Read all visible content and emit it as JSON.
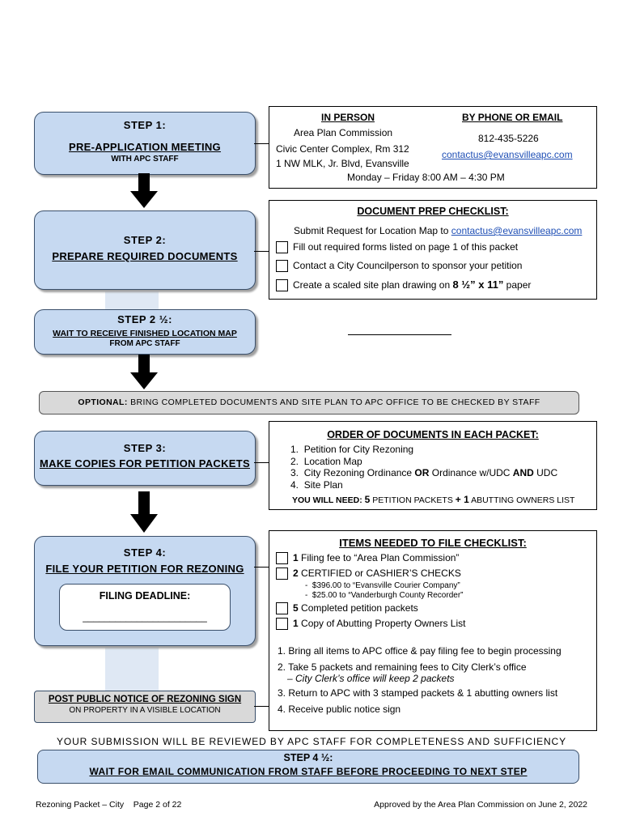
{
  "step1": {
    "title": "STEP 1:",
    "main": "PRE-APPLICATION MEETING",
    "sub": "WITH APC STAFF"
  },
  "contact": {
    "in_person_header": "IN PERSON",
    "phone_email_header": "BY PHONE OR EMAIL",
    "office": "Area Plan Commission",
    "building": "Civic Center Complex, Rm 312",
    "street": "1 NW MLK, Jr. Blvd, Evansville",
    "phone": "812-435-5226",
    "email": "contactus@evansvilleapc.com",
    "hours": "Monday – Friday 8:00 AM – 4:30 PM"
  },
  "step2": {
    "title": "STEP 2:",
    "main": "PREPARE REQUIRED DOCUMENTS"
  },
  "checklist": {
    "header": "DOCUMENT PREP CHECKLIST:",
    "item0_text": "Submit Request for Location Map to ",
    "item0_email": "contactus@evansvilleapc.com",
    "item1": "Fill out required forms listed on page 1 of this packet",
    "item2": "Contact a City Councilperson to sponsor your petition",
    "item3_pre": "Create a scaled site plan drawing on ",
    "item3_bold": "8 ½” x 11”",
    "item3_post": " paper"
  },
  "step2half": {
    "title": "STEP 2 ½:",
    "main": "WAIT TO RECEIVE FINISHED LOCATION MAP",
    "sub": "FROM APC STAFF"
  },
  "optional": {
    "label": "OPTIONAL:",
    "text": " BRING COMPLETED DOCUMENTS AND SITE PLAN TO APC OFFICE TO BE CHECKED BY STAFF"
  },
  "step3": {
    "title": "STEP 3:",
    "main": "MAKE COPIES FOR PETITION PACKETS"
  },
  "order": {
    "header": "ORDER OF DOCUMENTS IN EACH PACKET:",
    "items": [
      "Petition for City Rezoning",
      "Location Map",
      "City Rezoning Ordinance ",
      "Site Plan"
    ],
    "item3_or": "OR",
    "item3_mid": " Ordinance w/UDC ",
    "item3_and": "AND",
    "item3_end": " UDC",
    "need_pre": "YOU WILL NEED: ",
    "need_num1": "5",
    "need_mid": " PETITION PACKETS ",
    "need_plus": "+ 1",
    "need_end": " ABUTTING OWNERS LIST"
  },
  "step4": {
    "title": "STEP 4:",
    "main": "FILE YOUR PETITION FOR REZONING",
    "deadline_label": "FILING DEADLINE:",
    "deadline_blank": "_______________________"
  },
  "filing": {
    "header": "ITEMS NEEDED TO FILE CHECKLIST:",
    "c1_num": "1",
    "c1_text": " Filing fee to “Area Plan Commission”",
    "c2_num": "2",
    "c2_text": " CERTIFIED or CASHIER’S CHECKS",
    "c2_sub1": "$396.00 to “Evansville Courier Company”",
    "c2_sub2": "$25.00 to “Vanderburgh County Recorder”",
    "c3_num": "5",
    "c3_text": " Completed petition packets",
    "c4_num": "1",
    "c4_text": " Copy of Abutting Property Owners List",
    "steps": [
      "1. Bring all items to APC office & pay filing fee to begin processing",
      "2. Take 5 packets and remaining fees to City Clerk’s office",
      "– City Clerk’s office will keep 2 packets",
      "3. Return to APC with 3 stamped packets & 1 abutting owners list",
      "4. Receive public notice sign"
    ]
  },
  "post": {
    "main": "POST PUBLIC NOTICE OF REZONING SIGN",
    "sub": "ON PROPERTY IN A VISIBLE LOCATION"
  },
  "review": "YOUR SUBMISSION WILL BE REVIEWED BY APC STAFF FOR COMPLETENESS AND SUFFICIENCY",
  "step4half": {
    "title": "STEP 4 ½:",
    "main": "WAIT FOR EMAIL COMMUNICATION FROM STAFF BEFORE PROCEEDING TO NEXT STEP"
  },
  "footer": {
    "left": "Rezoning Packet – City    Page 2 of 22",
    "right": "Approved by the Area Plan Commission on June 2, 2022"
  },
  "colors": {
    "step_fill": "#c6d9f1",
    "step_border": "#3a4f6a",
    "link": "#1f4fb5",
    "gray_box": "#d9d9d9"
  }
}
